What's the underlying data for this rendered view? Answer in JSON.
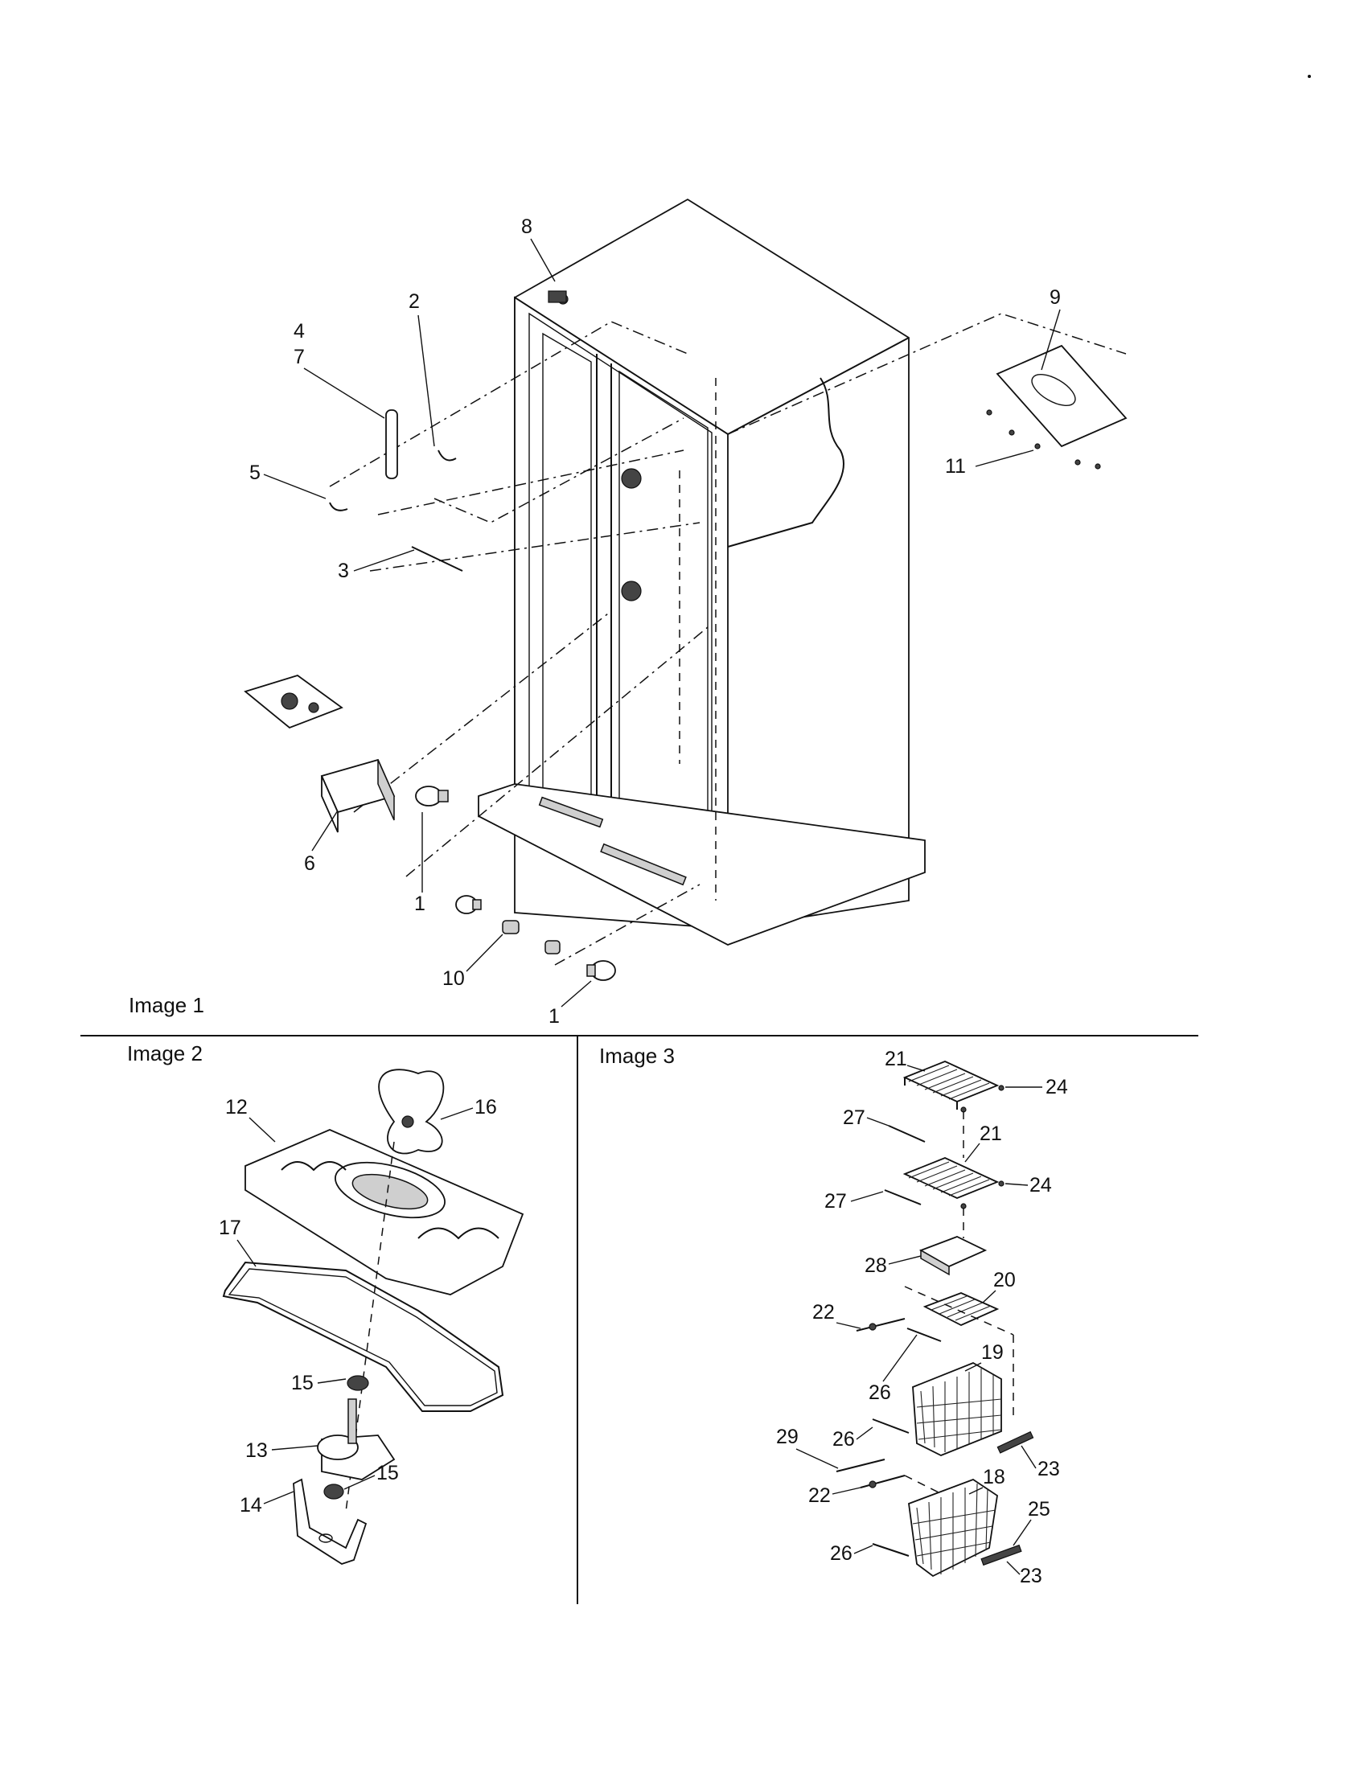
{
  "panels": [
    {
      "id": "image-1",
      "title": "Image 1"
    },
    {
      "id": "image-2",
      "title": "Image 2"
    },
    {
      "id": "image-3",
      "title": "Image 3"
    }
  ],
  "callouts": {
    "image1": [
      "8",
      "2",
      "4",
      "7",
      "5",
      "3",
      "6",
      "1",
      "10",
      "1",
      "9",
      "11"
    ],
    "image2": [
      "12",
      "16",
      "17",
      "15",
      "13",
      "15",
      "14"
    ],
    "image3": [
      "21",
      "24",
      "27",
      "21",
      "24",
      "27",
      "28",
      "20",
      "22",
      "26",
      "19",
      "26",
      "29",
      "23",
      "22",
      "18",
      "25",
      "26",
      "23"
    ]
  }
}
